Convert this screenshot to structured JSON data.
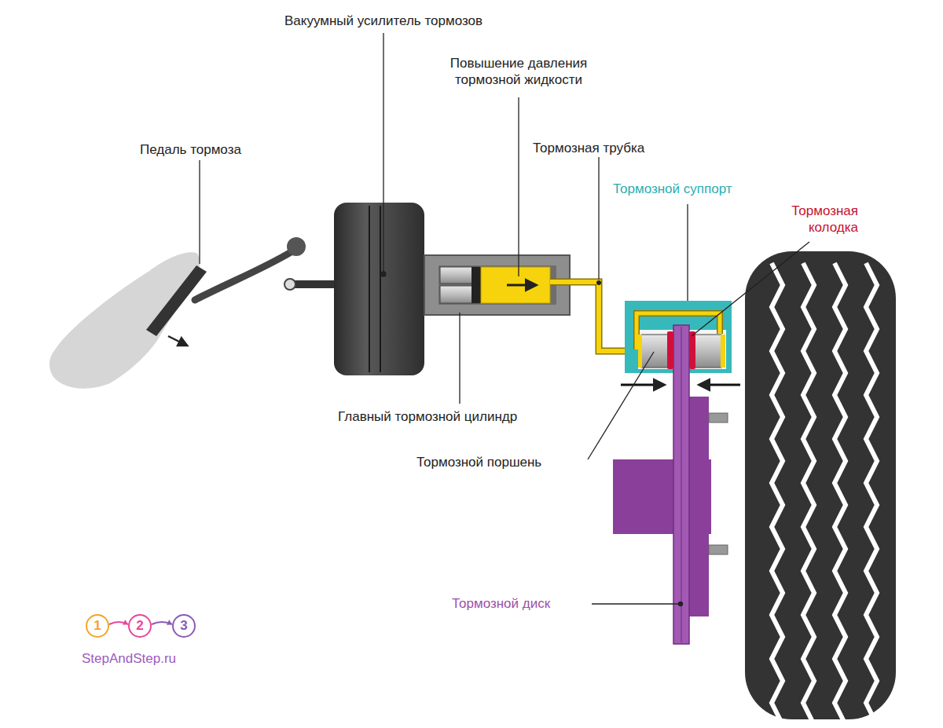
{
  "diagram": {
    "nodes": [
      {
        "text": [
          "1"
        ]
      },
      {
        "text": [
          "2"
        ]
      },
      {
        "text": [
          "3"
        ]
      }
    ],
    "edges": [
      {
        "from": 0,
        "to": 1,
        "arrow": "to"
      },
      {
        "from": 1,
        "to": 2,
        "arrow": "to"
      }
    ],
    "labels": [
      "Вакуумный усилитель тормозов",
      "Повышение давления тормозной жидкости",
      "Тормозная трубка",
      "Педаль тормоза",
      "Тормозной суппорт",
      "Тормозная колодка",
      "Главный тормозной цилиндр",
      "Тормозной поршень",
      "Тормозной диск",
      "StepAndStep.ru"
    ]
  }
}
